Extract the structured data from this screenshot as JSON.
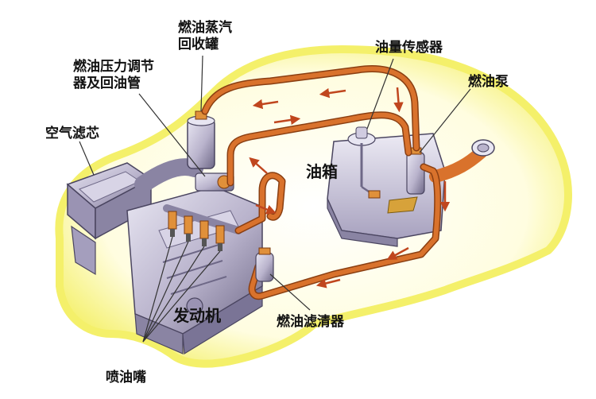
{
  "diagram": {
    "labels": {
      "vapor_canister": [
        "燃油蒸汽",
        "回收罐"
      ],
      "pressure_regulator": [
        "燃油压力调节",
        "器及回油管"
      ],
      "fuel_level_sensor": "油量传感器",
      "fuel_pump": "燃油泵",
      "air_filter": "空气滤芯",
      "fuel_tank": "油箱",
      "engine": "发动机",
      "fuel_filter": "燃油滤清器",
      "injectors": "喷油嘴"
    },
    "colors": {
      "body_glow": "#f4f06a",
      "fuel_line": "#d9722c",
      "fuel_line_edge": "#8a3f12",
      "flow_arrow": "#c0461e",
      "metal": "#b9b3cc",
      "metal_dark": "#6e6887",
      "text": "#111111"
    }
  }
}
